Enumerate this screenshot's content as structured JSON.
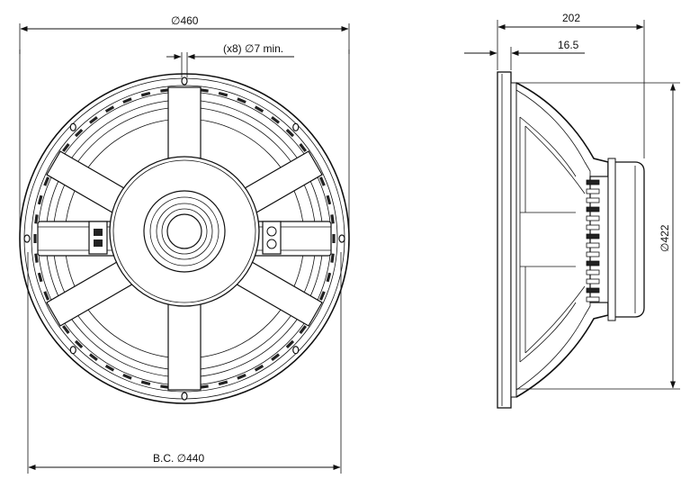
{
  "front_view": {
    "outer_diameter": "∅460",
    "mounting_holes": "(x8) ∅7 min.",
    "bolt_circle": "B.C. ∅440"
  },
  "side_view": {
    "overall_depth": "202",
    "flange_thickness": "16.5",
    "cutout_diameter": "∅422"
  }
}
